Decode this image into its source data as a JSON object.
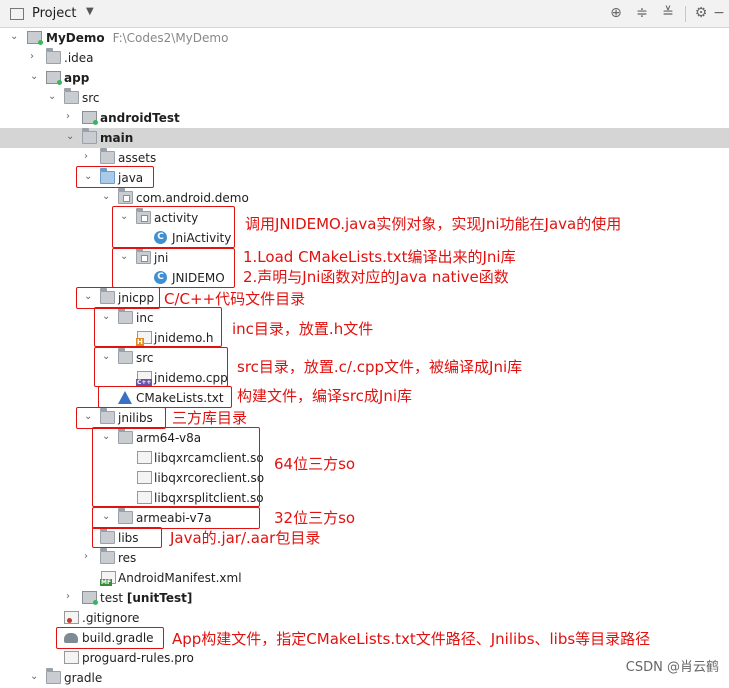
{
  "toolbar": {
    "title": "Project",
    "icons": [
      "project-window-icon",
      "dropdown-caret-icon",
      "locate-icon",
      "expand-all-icon",
      "collapse-all-icon",
      "settings-icon",
      "hide-icon"
    ]
  },
  "tree": [
    {
      "label": "MyDemo",
      "path": "F:\\Codes2\\MyDemo",
      "bold": true
    },
    {
      "label": ".idea"
    },
    {
      "label": "app",
      "bold": true
    },
    {
      "label": "src"
    },
    {
      "label": "androidTest",
      "bold": true
    },
    {
      "label": "main",
      "bold": true
    },
    {
      "label": "assets"
    },
    {
      "label": "java"
    },
    {
      "label": "com.android.demo"
    },
    {
      "label": "activity"
    },
    {
      "label": "JniActivity"
    },
    {
      "label": "jni"
    },
    {
      "label": "JNIDEMO"
    },
    {
      "label": "jnicpp"
    },
    {
      "label": "inc"
    },
    {
      "label": "jnidemo.h"
    },
    {
      "label": "src"
    },
    {
      "label": "jnidemo.cpp"
    },
    {
      "label": "CMakeLists.txt"
    },
    {
      "label": "jnilibs"
    },
    {
      "label": "arm64-v8a"
    },
    {
      "label": "libqxrcamclient.so"
    },
    {
      "label": "libqxrcoreclient.so"
    },
    {
      "label": "libqxrsplitclient.so"
    },
    {
      "label": "armeabi-v7a"
    },
    {
      "label": "libs"
    },
    {
      "label": "res"
    },
    {
      "label": "AndroidManifest.xml"
    },
    {
      "label": "test",
      "suffix": "[unitTest]"
    },
    {
      "label": ".gitignore"
    },
    {
      "label": "build.gradle"
    },
    {
      "label": "proguard-rules.pro"
    },
    {
      "label": "gradle"
    }
  ],
  "annotations": [
    "调用JNIDEMO.java实例对象，实现Jni功能在Java的使用",
    "1.Load CMakeLists.txt编译出来的Jni库",
    "2.声明与Jni函数对应的Java native函数",
    "C/C++代码文件目录",
    "inc目录，放置.h文件",
    "src目录，放置.c/.cpp文件，被编译成Jni库",
    "构建文件，编译src成Jni库",
    "三方库目录",
    "64位三方so",
    "32位三方so",
    "Java的.jar/.aar包目录",
    "App构建文件，指定CMakeLists.txt文件路径、Jnilibs、libs等目录路径"
  ],
  "watermark": "CSDN @肖云鹤",
  "colors": {
    "annotation": "#e0120f",
    "selected_row": "#d5d5d5"
  }
}
